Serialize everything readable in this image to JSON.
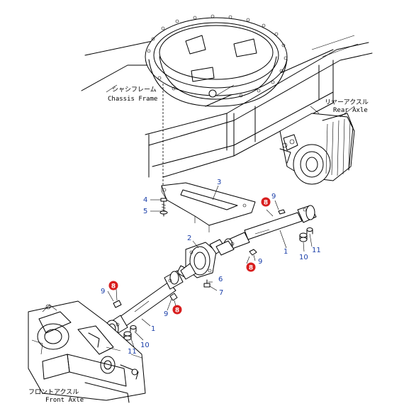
{
  "labels": {
    "chassis_frame_jp": "シャシフレーム",
    "chassis_frame_en": "Chassis Frame",
    "rear_axle_jp": "リヤーアクスル",
    "rear_axle_en": "Rear Axle",
    "front_axle_jp": "フロントアクスル",
    "front_axle_en": "Front Axle"
  },
  "callouts": {
    "n1a": "1",
    "n1b": "1",
    "n2": "2",
    "n3": "3",
    "n4": "4",
    "n5": "5",
    "n6": "6",
    "n7": "7",
    "n8a": "8",
    "n8b": "8",
    "n8c": "8",
    "n8d": "8",
    "n9a": "9",
    "n9b": "9",
    "n9c": "9",
    "n9d": "9",
    "n10a": "10",
    "n10b": "10",
    "n11a": "11",
    "n11b": "11"
  },
  "colors": {
    "callout_blue": "#1a3ea8",
    "highlight_red": "#d81e1e",
    "line": "#000000"
  }
}
